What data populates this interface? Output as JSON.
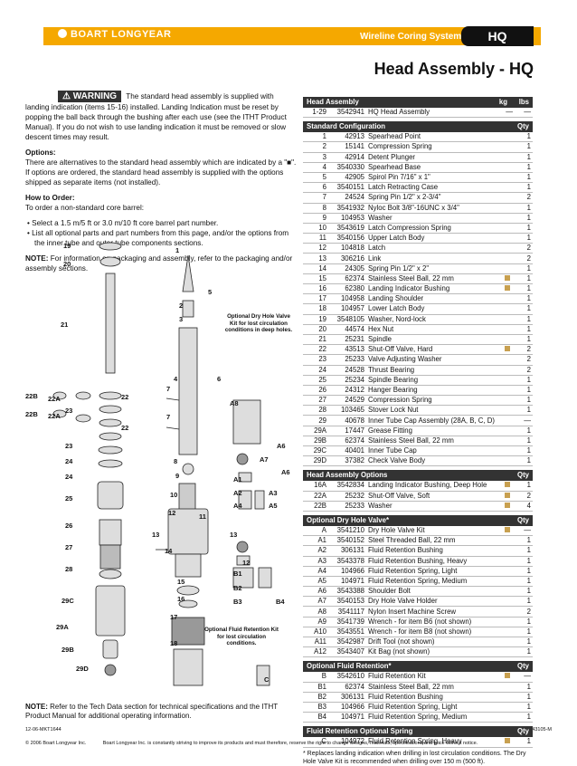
{
  "header": {
    "brand": "BOART LONGYEAR",
    "system": "Wireline Coring System",
    "code": "HQ",
    "title": "Head Assembly - HQ"
  },
  "left": {
    "warning_label": "WARNING",
    "warning_text": "The standard head assembly is supplied with landing indication (items 15-16) installed. Landing Indication must be reset by popping the ball back through the bushing after each use (see the ITHT Product Manual). If you do not wish to use landing indication it must be removed or slow descent times may result.",
    "options_title": "Options:",
    "options_text": "There are alternatives to the standard head assembly which are indicated by a \"■\". If options are ordered, the standard head assembly is supplied with the options shipped as separate items (not installed).",
    "order_title": "How to Order:",
    "order_intro": "To order a non-standard core barrel:",
    "order_1": "• Select a 1.5 m/5 ft or 3.0 m/10 ft core barrel part number.",
    "order_2": "• List all optional parts and part numbers from this page, and/or the options from the inner tube and outer tube components sections.",
    "note1_label": "NOTE:",
    "note1_text": "For information on packaging and assembly, refer to the packaging and/or assembly sections.",
    "note2_label": "NOTE:",
    "note2_text": "Refer to the Tech Data section for technical specifications and the ITHT Product Manual for additional operating information."
  },
  "diagram": {
    "callouts": [
      "19",
      "20",
      "21",
      "22B",
      "22A",
      "22",
      "22B",
      "22A",
      "23",
      "22",
      "23",
      "24",
      "24",
      "25",
      "26",
      "27",
      "28",
      "29C",
      "29A",
      "29B",
      "29D",
      "1",
      "5",
      "2",
      "3",
      "4",
      "6",
      "7",
      "7",
      "8",
      "9",
      "10",
      "12",
      "11",
      "13",
      "13",
      "14",
      "12",
      "15",
      "16",
      "17",
      "18",
      "A8",
      "A6",
      "A7",
      "A6",
      "A1",
      "A2",
      "A3",
      "A4",
      "A5",
      "B1",
      "B2",
      "B3",
      "B4",
      "C"
    ],
    "dry_hole_caption": "Optional Dry Hole Valve Kit for lost circulation conditions in deep holes.",
    "retention_caption": "Optional Fluid Retention Kit for lost circulation conditions."
  },
  "footer": {
    "code_left": "12-06-MKT1644",
    "code_right": "P/N 3543105-M",
    "copyright": "© 2006 Boart Longyear Inc.",
    "disclaimer": "Boart Longyear Inc. is constantly striving to improve its products and must therefore, reserve the right to change designs, materials, specifications and price without notice."
  },
  "tables": {
    "head_assembly": {
      "title": "Head Assembly",
      "col_kg": "kg",
      "col_lbs": "lbs",
      "rows": [
        [
          "1-29",
          "3542941",
          "HQ Head Assembly",
          "",
          "—",
          "—"
        ]
      ]
    },
    "standard": {
      "title": "Standard Configuration",
      "col_qty": "Qty",
      "rows": [
        [
          "1",
          "42913",
          "Spearhead Point",
          "",
          "1"
        ],
        [
          "2",
          "15141",
          "Compression Spring",
          "",
          "1"
        ],
        [
          "3",
          "42914",
          "Detent Plunger",
          "",
          "1"
        ],
        [
          "4",
          "3540330",
          "Spearhead Base",
          "",
          "1"
        ],
        [
          "5",
          "42905",
          "Spirol Pin 7/16\" x 1\"",
          "",
          "1"
        ],
        [
          "6",
          "3540151",
          "Latch Retracting Case",
          "",
          "1"
        ],
        [
          "7",
          "24524",
          "Spring Pin 1/2\" x 2-3/4\"",
          "",
          "2"
        ],
        [
          "8",
          "3541932",
          "Nyloc Bolt 3/8\"-16UNC x 3/4\"",
          "",
          "1"
        ],
        [
          "9",
          "104953",
          "Washer",
          "",
          "1"
        ],
        [
          "10",
          "3543619",
          "Latch Compression Spring",
          "",
          "1"
        ],
        [
          "11",
          "3540156",
          "Upper Latch Body",
          "",
          "1"
        ],
        [
          "12",
          "104818",
          "Latch",
          "",
          "2"
        ],
        [
          "13",
          "306216",
          "Link",
          "",
          "2"
        ],
        [
          "14",
          "24305",
          "Spring Pin 1/2\" x 2\"",
          "",
          "1"
        ],
        [
          "15",
          "62374",
          "Stainless Steel Ball, 22 mm",
          "■",
          "1"
        ],
        [
          "16",
          "62380",
          "Landing Indicator Bushing",
          "■",
          "1"
        ],
        [
          "17",
          "104958",
          "Landing Shoulder",
          "",
          "1"
        ],
        [
          "18",
          "104957",
          "Lower Latch Body",
          "",
          "1"
        ],
        [
          "19",
          "3548105",
          "Washer, Nord-lock",
          "",
          "1"
        ],
        [
          "20",
          "44574",
          "Hex Nut",
          "",
          "1"
        ],
        [
          "21",
          "25231",
          "Spindle",
          "",
          "1"
        ],
        [
          "22",
          "43513",
          "Shut-Off Valve, Hard",
          "■",
          "2"
        ],
        [
          "23",
          "25233",
          "Valve Adjusting Washer",
          "",
          "2"
        ],
        [
          "24",
          "24528",
          "Thrust Bearing",
          "",
          "2"
        ],
        [
          "25",
          "25234",
          "Spindle Bearing",
          "",
          "1"
        ],
        [
          "26",
          "24312",
          "Hanger Bearing",
          "",
          "1"
        ],
        [
          "27",
          "24529",
          "Compression Spring",
          "",
          "1"
        ],
        [
          "28",
          "103465",
          "Stover Lock Nut",
          "",
          "1"
        ],
        [
          "29",
          "40678",
          "Inner Tube Cap Assembly (28A, B, C, D)",
          "",
          "—"
        ],
        [
          "29A",
          "17447",
          "Grease Fitting",
          "",
          "1"
        ],
        [
          "29B",
          "62374",
          "Stainless Steel Ball, 22 mm",
          "",
          "1"
        ],
        [
          "29C",
          "40401",
          "Inner Tube Cap",
          "",
          "1"
        ],
        [
          "29D",
          "37382",
          "Check Valve Body",
          "",
          "1"
        ]
      ]
    },
    "options": {
      "title": "Head Assembly Options",
      "col_qty": "Qty",
      "rows": [
        [
          "16A",
          "3542834",
          "Landing Indicator Bushing, Deep Hole",
          "■",
          "1"
        ],
        [
          "22A",
          "25232",
          "Shut-Off Valve, Soft",
          "■",
          "2"
        ],
        [
          "22B",
          "25233",
          "Washer",
          "■",
          "4"
        ]
      ]
    },
    "dry_hole": {
      "title": "Optional Dry Hole Valve*",
      "col_qty": "Qty",
      "rows": [
        [
          "A",
          "3541210",
          "Dry Hole Valve Kit",
          "■",
          "—"
        ],
        [
          "A1",
          "3540152",
          "Steel Threaded Ball, 22 mm",
          "",
          "1"
        ],
        [
          "A2",
          "306131",
          "Fluid Retention Bushing",
          "",
          "1"
        ],
        [
          "A3",
          "3543378",
          "Fluid Retention Bushing, Heavy",
          "",
          "1"
        ],
        [
          "A4",
          "104966",
          "Fluid Retention Spring, Light",
          "",
          "1"
        ],
        [
          "A5",
          "104971",
          "Fluid Retention Spring, Medium",
          "",
          "1"
        ],
        [
          "A6",
          "3543388",
          "Shoulder Bolt",
          "",
          "1"
        ],
        [
          "A7",
          "3540153",
          "Dry Hole Valve Holder",
          "",
          "1"
        ],
        [
          "A8",
          "3541117",
          "Nylon Insert Machine Screw",
          "",
          "2"
        ],
        [
          "A9",
          "3541739",
          "Wrench - for item B6 (not shown)",
          "",
          "1"
        ],
        [
          "A10",
          "3543551",
          "Wrench - for item B8 (not shown)",
          "",
          "1"
        ],
        [
          "A11",
          "3542987",
          "Drift Tool (not shown)",
          "",
          "1"
        ],
        [
          "A12",
          "3543407",
          "Kit Bag (not shown)",
          "",
          "1"
        ]
      ]
    },
    "fluid_retention": {
      "title": "Optional Fluid Retention*",
      "col_qty": "Qty",
      "rows": [
        [
          "B",
          "3542610",
          "Fluid Retention Kit",
          "■",
          "—"
        ],
        [
          "B1",
          "62374",
          "Stainless Steel Ball, 22 mm",
          "",
          "1"
        ],
        [
          "B2",
          "306131",
          "Fluid Retention Bushing",
          "",
          "1"
        ],
        [
          "B3",
          "104966",
          "Fluid Retention Spring, Light",
          "",
          "1"
        ],
        [
          "B4",
          "104971",
          "Fluid Retention Spring, Medium",
          "",
          "1"
        ]
      ]
    },
    "fluid_spring": {
      "title": "Fluid Retention Optional Spring",
      "col_qty": "Qty",
      "rows": [
        [
          "C",
          "104972",
          "Fluid Retention Spring, Heavy",
          "■",
          "1"
        ]
      ]
    },
    "footnote": "* Replaces landing indication when drilling in lost circulation conditions. The Dry Hole Valve Kit is recommended when drilling over 150 m (500 ft)."
  },
  "colors": {
    "accent": "#f5a800",
    "option_marker": "#c8a050",
    "header_bg": "#333333"
  }
}
